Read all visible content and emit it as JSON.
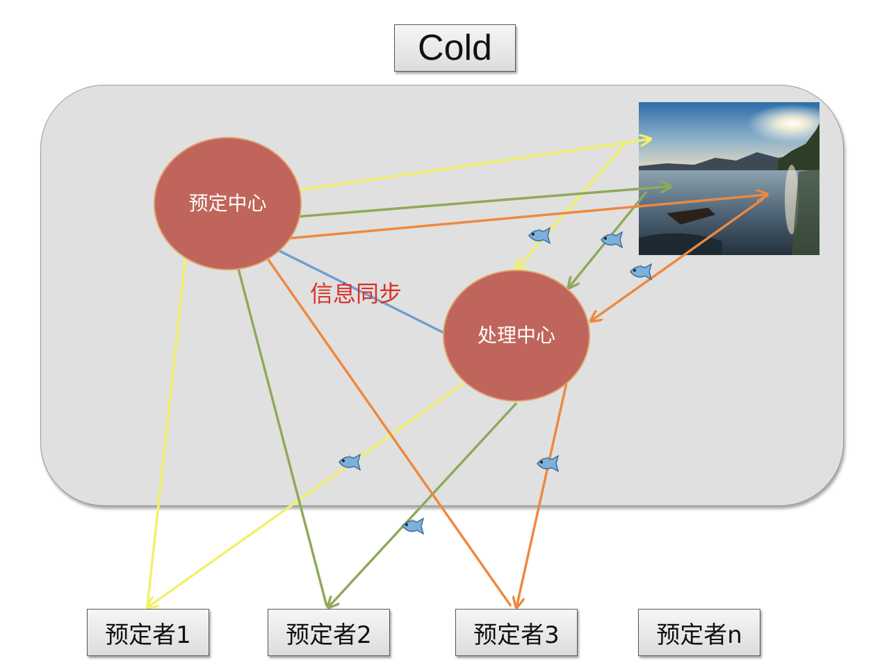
{
  "title": "Cold",
  "booking_center": {
    "label": "预定中心"
  },
  "processing_center": {
    "label": "处理中心"
  },
  "sync_label": "信息同步",
  "bookers": [
    {
      "label": "预定者1"
    },
    {
      "label": "预定者2"
    },
    {
      "label": "预定者3"
    },
    {
      "label": "预定者n"
    }
  ],
  "colors": {
    "yellow_arrow": "#f2f06a",
    "green_arrow": "#8fa95a",
    "orange_arrow": "#ee8840",
    "blue_arrow": "#6f9fd2",
    "circle_fill": "#c0655b",
    "region_fill": "#e0e0e0",
    "sync_label": "#d8322a"
  },
  "icons": {
    "fish": "fish-icon",
    "photo": "lake-sunset-photo"
  }
}
